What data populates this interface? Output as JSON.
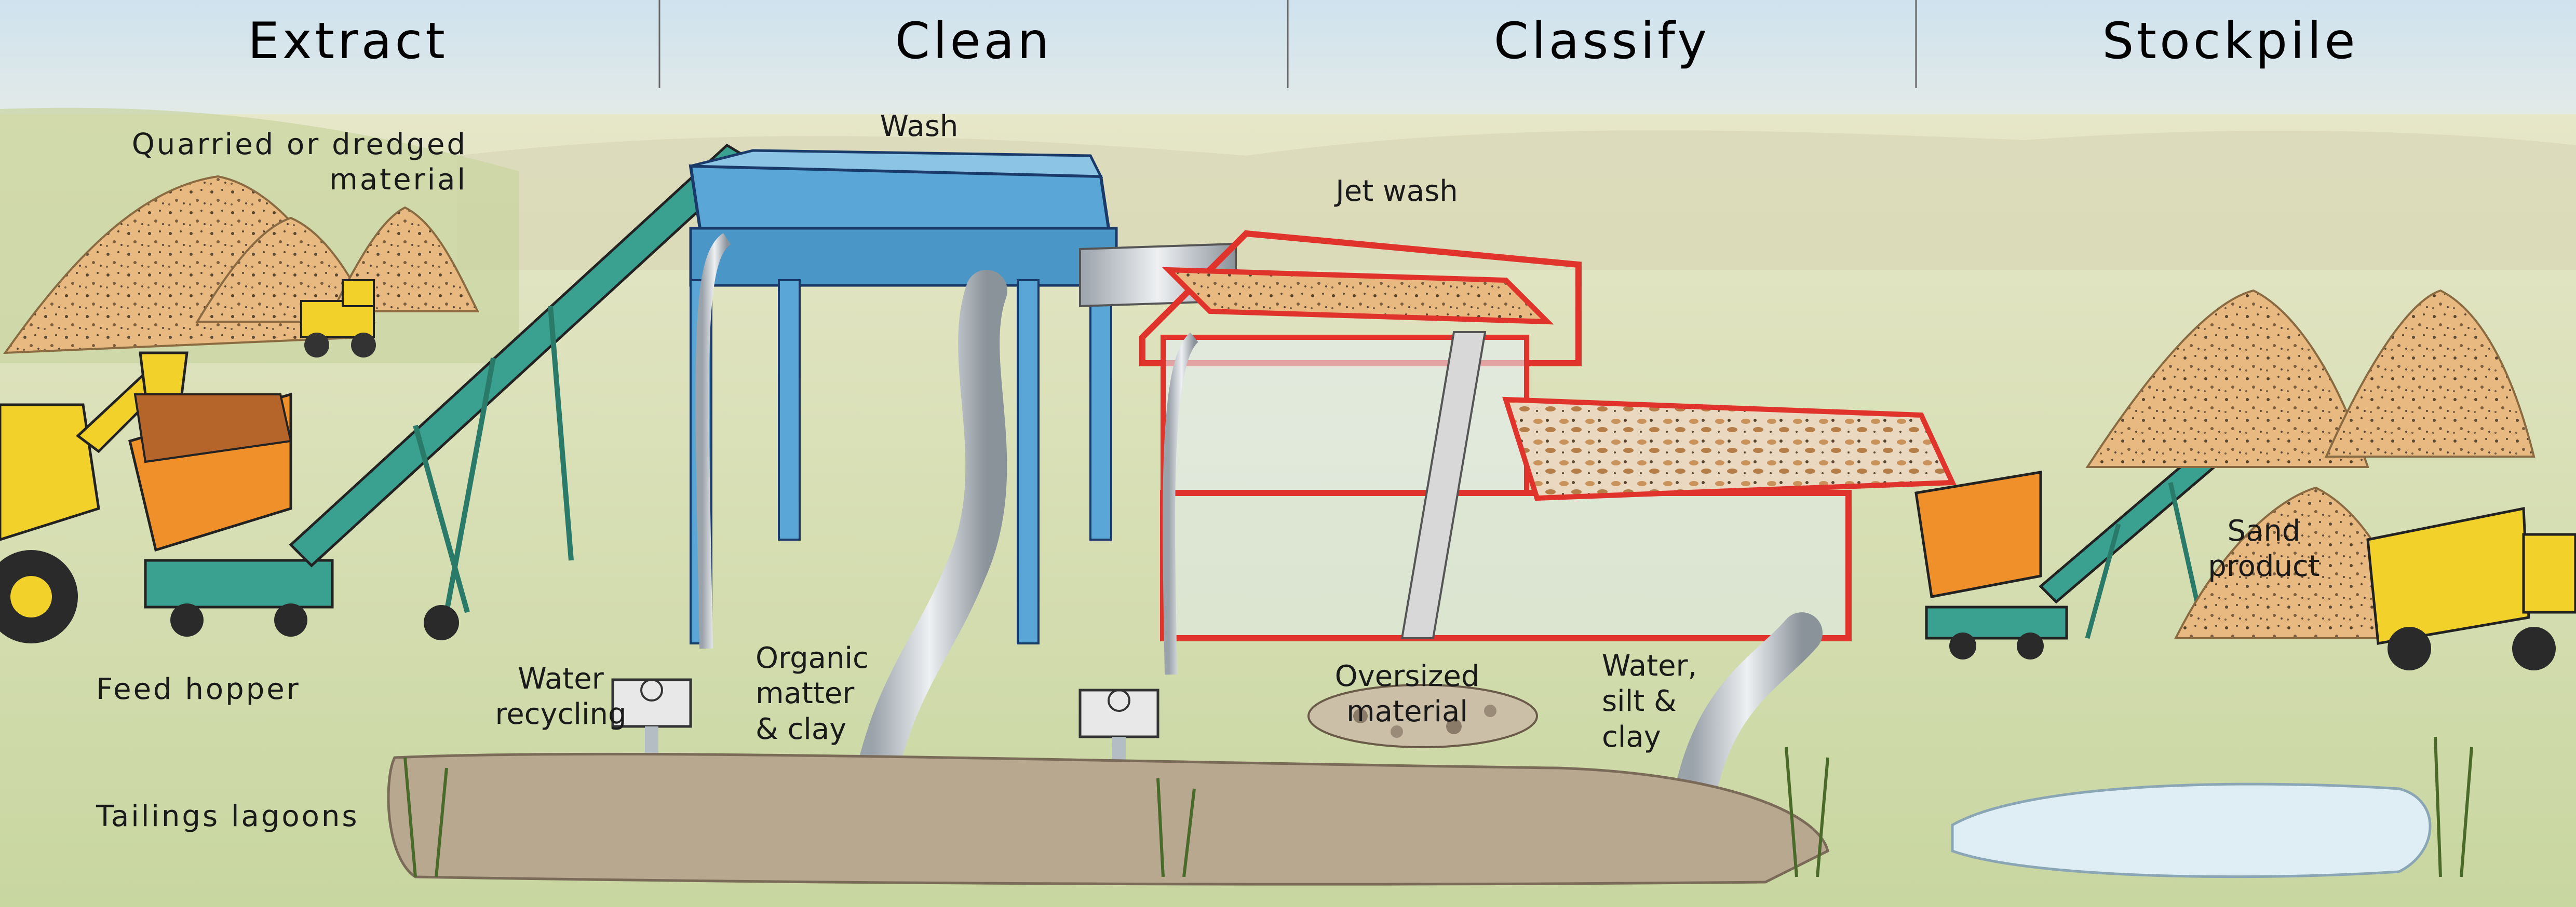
{
  "stages": [
    "Extract",
    "Clean",
    "Classify",
    "Stockpile"
  ],
  "labels": {
    "quarried": [
      "Quarried or dredged",
      "material"
    ],
    "wash": "Wash",
    "jet_wash": "Jet wash",
    "feed_hopper": "Feed hopper",
    "water_recycling": [
      "Water",
      "recycling"
    ],
    "organic": [
      "Organic",
      "matter",
      "& clay"
    ],
    "oversized": [
      "Oversized",
      "material"
    ],
    "water_silt": [
      "Water,",
      "silt &",
      "clay"
    ],
    "sand_product": [
      "Sand",
      "product"
    ],
    "tailings": "Tailings lagoons"
  },
  "colors": {
    "wash_unit": "#5aa6d6",
    "classifier": "#e0332b",
    "conveyor": "#3aa08f",
    "hopper": "#f0902a",
    "machinery": "#f2d22a",
    "sand": "#e8b980",
    "lagoon": "#b8a890",
    "sky": "#cfe2ee"
  }
}
